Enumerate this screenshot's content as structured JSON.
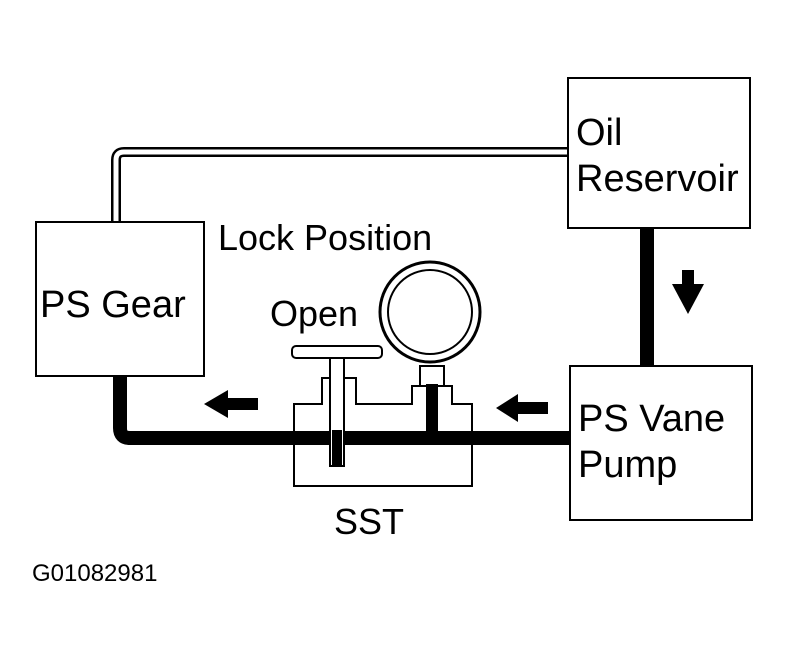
{
  "components": {
    "oil_reservoir": {
      "line1": "Oil",
      "line2": "Reservoir"
    },
    "ps_gear": {
      "label": "PS Gear"
    },
    "ps_vane_pump": {
      "line1": "PS Vane",
      "line2": "Pump"
    },
    "sst": {
      "label": "SST"
    }
  },
  "annotations": {
    "lock_position": "Lock Position",
    "open": "Open"
  },
  "figure_code": "G01082981",
  "colors": {
    "line": "#000000",
    "background": "#ffffff"
  }
}
